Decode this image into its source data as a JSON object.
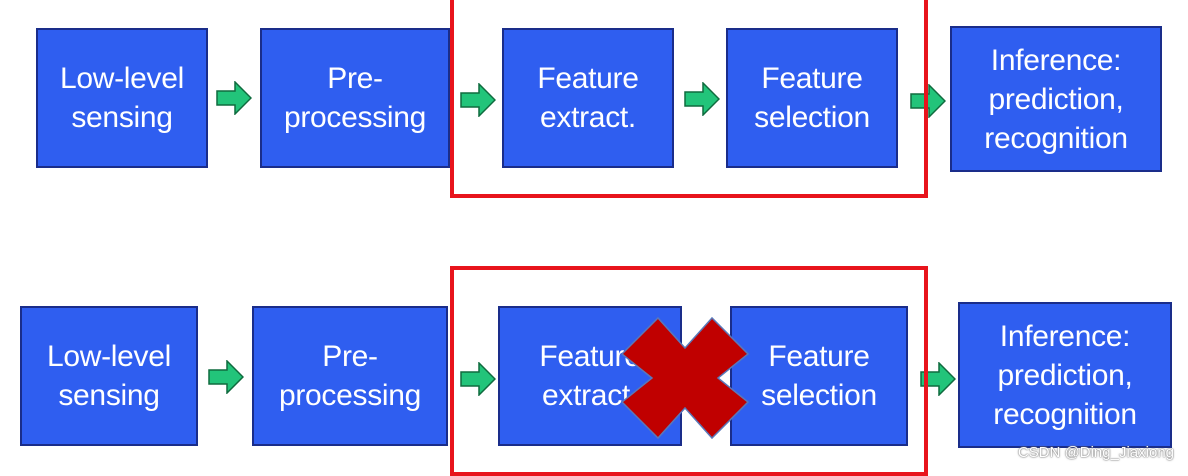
{
  "row_top": {
    "low_level": "Low-level\nsensing",
    "pre_processing": "Pre-\nprocessing",
    "feature_extract": "Feature\nextract.",
    "feature_selection": "Feature\nselection",
    "inference": "Inference:\nprediction,\nrecognition"
  },
  "row_bottom": {
    "low_level": "Low-level\nsensing",
    "pre_processing": "Pre-\nprocessing",
    "feature_extract": "Feature\nextract.",
    "feature_selection": "Feature\nselection",
    "inference": "Inference:\nprediction,\nrecognition"
  },
  "watermark": "CSDN @Ding_Jiaxiong",
  "colors": {
    "box_fill": "#2f5ef0",
    "arrow_fill": "#22c47a",
    "frame_border": "#e8141c",
    "cross_fill": "#c00000"
  },
  "icons": [
    "right-arrow-icon",
    "cross-icon"
  ]
}
